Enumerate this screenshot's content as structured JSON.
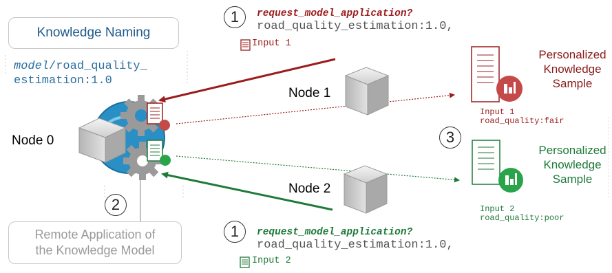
{
  "naming_box": {
    "label": "Knowledge Naming"
  },
  "model_id": {
    "prefix": "model",
    "line1_rest": "/road_quality_",
    "line2": "estimation:1.0"
  },
  "remote_box": {
    "line1": "Remote Application of",
    "line2": "the Knowledge Model"
  },
  "nodes": {
    "node0": "Node 0",
    "node1": "Node 1",
    "node2": "Node 2"
  },
  "steps": {
    "one_top": "1",
    "one_bottom": "1",
    "two": "2",
    "three": "3"
  },
  "request_top": {
    "call": "request_model_application?",
    "model": "road_quality_estimation:1.0,",
    "input": "Input 1"
  },
  "request_bottom": {
    "call": "request_model_application?",
    "model": "road_quality_estimation:1.0,",
    "input": "Input 2"
  },
  "sample_top": {
    "line1": "Personalized",
    "line2": "Knowledge",
    "line3": "Sample",
    "input": "Input 1",
    "result": "road_quality:fair"
  },
  "sample_bottom": {
    "line1": "Personalized",
    "line2": "Knowledge",
    "line3": "Sample",
    "input": "Input 2",
    "result": "road_quality:poor"
  },
  "colors": {
    "red": "#9b1c1c",
    "green": "#1f7a3a",
    "blue": "#2a6f9e",
    "dark_red_text": "#8b1a1a",
    "gear": "#8a8a8a"
  },
  "icons": [
    "gear-icon",
    "document-icon",
    "server-node-icon",
    "chart-badge-icon"
  ]
}
